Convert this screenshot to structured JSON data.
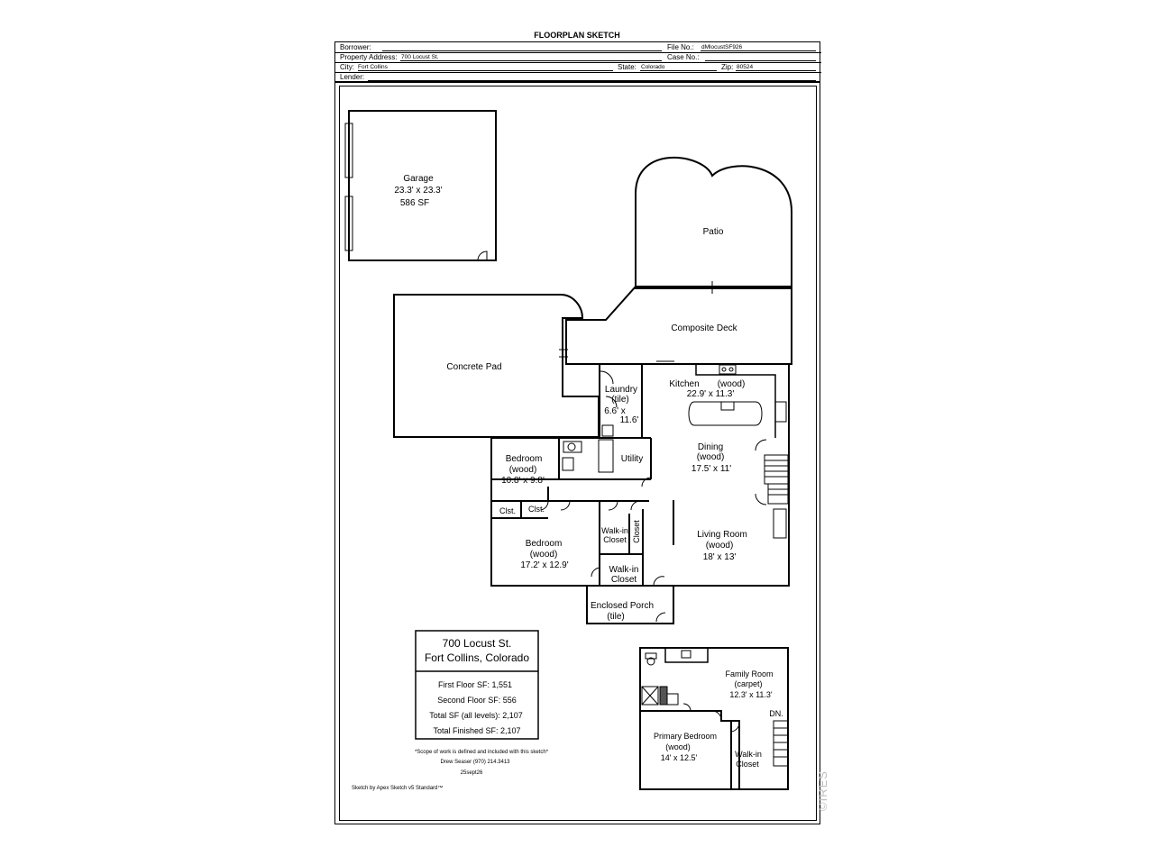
{
  "sheet": {
    "title": "FLOORPLAN SKETCH",
    "borrower_label": "Borrower:",
    "file_label": "File No.:",
    "file_value": "dMlocustSF926",
    "address_label": "Property Address:",
    "address_value": "700 Locust St.",
    "case_label": "Case No.:",
    "city_label": "City:",
    "city_value": "Fort Collins",
    "state_label": "State:",
    "state_value": "Colorado",
    "zip_label": "Zip:",
    "zip_value": "80524",
    "lender_label": "Lender:"
  },
  "rooms": {
    "garage": {
      "name": "Garage",
      "dims": "23.3' x 23.3'",
      "sf": "586 SF"
    },
    "patio": {
      "name": "Patio"
    },
    "deck": {
      "name": "Composite Deck"
    },
    "concrete": {
      "name": "Concrete Pad"
    },
    "laundry": {
      "name": "Laundry",
      "floor": "(tile)",
      "dims1": "6.6' x",
      "dims2": "11.6'"
    },
    "kitchen": {
      "name": "Kitchen",
      "floor": "(wood)",
      "dims": "22.9' x 11.3'"
    },
    "dining": {
      "name": "Dining",
      "floor": "(wood)",
      "dims": "17.5' x 11'"
    },
    "utility": {
      "name": "Utility"
    },
    "bedroom1": {
      "name": "Bedroom",
      "floor": "(wood)",
      "dims": "10.8' x 9.8'"
    },
    "clst_a": {
      "name": "Clst."
    },
    "clst_b": {
      "name": "Clst."
    },
    "walkin1": {
      "name1": "Walk-in",
      "name2": "Closet"
    },
    "closet": {
      "name": "Closet"
    },
    "bedroom2": {
      "name": "Bedroom",
      "floor": "(wood)",
      "dims": "17.2' x 12.9'"
    },
    "living": {
      "name": "Living Room",
      "floor": "(wood)",
      "dims": "18' x 13'"
    },
    "walkin2": {
      "name1": "Walk-in",
      "name2": "Closet"
    },
    "porch": {
      "name": "Enclosed Porch",
      "floor": "(tile)"
    },
    "family": {
      "name": "Family Room",
      "floor": "(carpet)",
      "dims": "12.3' x 11.3'"
    },
    "stairs_dn": {
      "name": "DN."
    },
    "primary": {
      "name": "Primary Bedroom",
      "floor": "(wood)",
      "dims": "14' x 12.5'"
    },
    "walkin3": {
      "name1": "Walk-in",
      "name2": "Closet"
    }
  },
  "summary": {
    "line1": "700 Locust St.",
    "line2": "Fort Collins, Colorado",
    "first": "First Floor SF: 1,551",
    "second": "Second Floor SF: 556",
    "total": "Total SF (all levels): 2,107",
    "finished": "Total Finished SF: 2,107"
  },
  "notes": {
    "scope": "*Scope of work is defined and included with this sketch*",
    "author": "Drew Seaser      (970) 214.3413",
    "date": "25sept26",
    "software": "Sketch by Apex Sketch v5 Standard™"
  },
  "watermark": "©IRES"
}
